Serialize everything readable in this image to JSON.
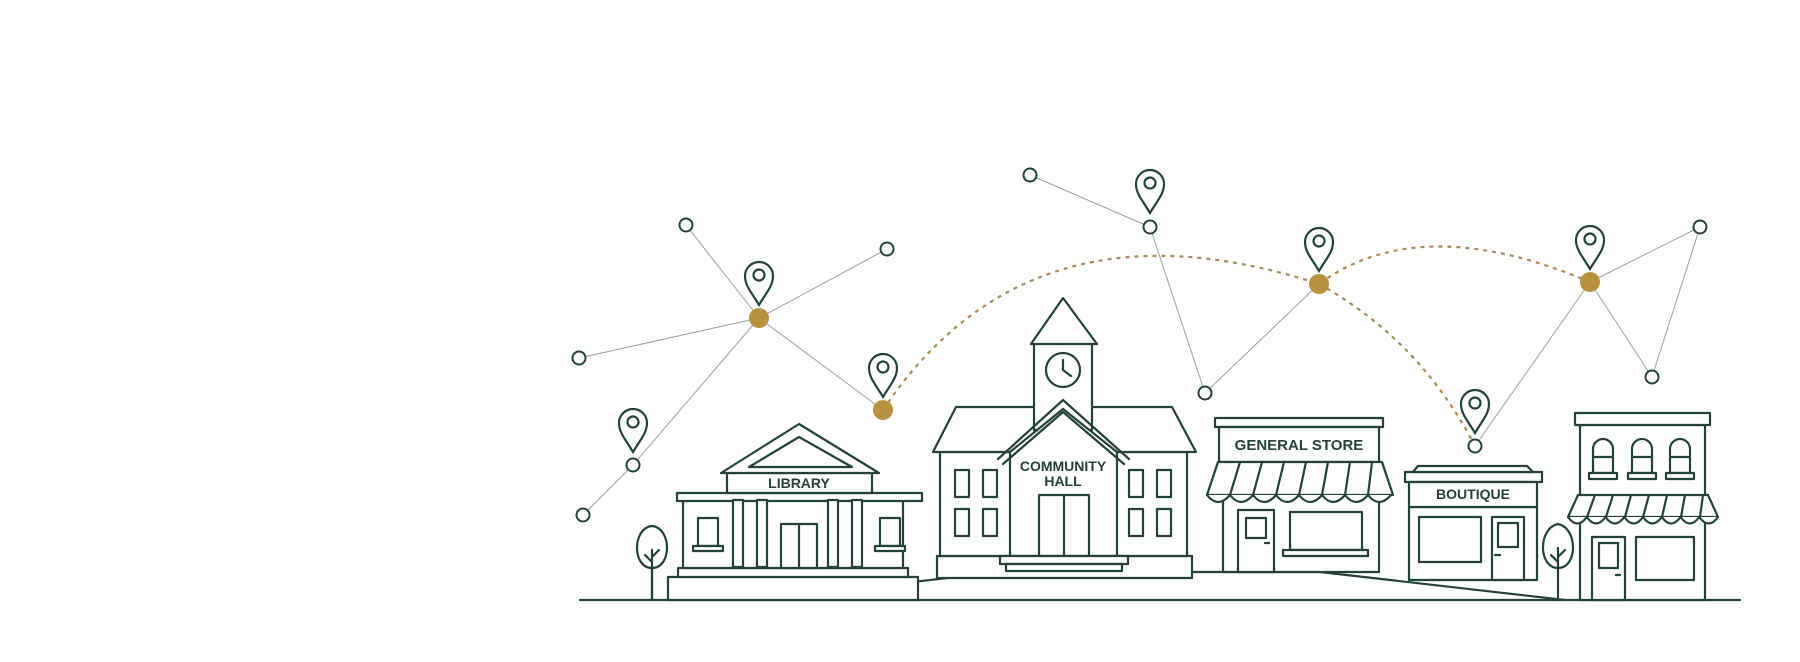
{
  "labels": {
    "library": "LIBRARY",
    "community_line1": "COMMUNITY",
    "community_line2": "HALL",
    "general_store": "GENERAL STORE",
    "boutique": "BOUTIQUE"
  },
  "icons": [
    "location-pin-icon",
    "clock-icon",
    "tree-icon"
  ],
  "colors": {
    "ink": "#23423a",
    "accent": "#b8913f",
    "route": "#a88c56",
    "network": "#9aa19f"
  }
}
